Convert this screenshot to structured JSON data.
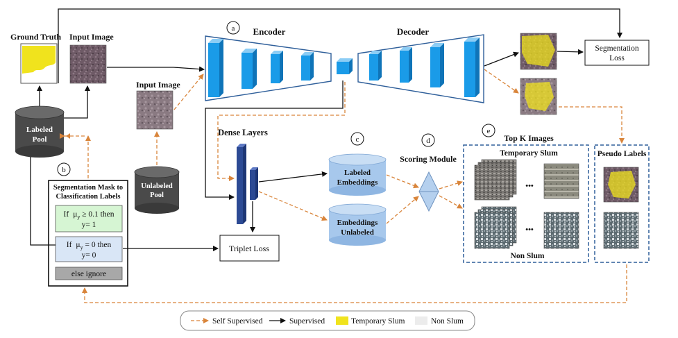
{
  "labels": {
    "ground_truth": "Ground Truth",
    "input_image_1": "Input Image",
    "input_image_2": "Input Image",
    "encoder": "Encoder",
    "decoder": "Decoder",
    "segmentation_loss_1": "Segmentation",
    "segmentation_loss_2": "Loss",
    "labeled_pool_1": "Labeled",
    "labeled_pool_2": "Pool",
    "unlabeled_pool_1": "Unlabeled",
    "unlabeled_pool_2": "Pool",
    "dense_layers": "Dense Layers",
    "labeled_embeddings_1": "Labeled",
    "labeled_embeddings_2": "Embeddings",
    "unlabeled_embeddings_1": "Embeddings",
    "unlabeled_embeddings_2": "Unlabeled",
    "scoring_module": "Scoring Module",
    "top_k_images": "Top K Images",
    "temporary_slum": "Temporary Slum",
    "non_slum": "Non Slum",
    "pseudo_labels": "Pseudo Labels",
    "triplet_loss": "Triplet Loss",
    "mask_title_1": "Segmentation Mask to",
    "mask_title_2": "Classification Labels",
    "rule1_line1_prefix": "If",
    "rule1_mu": "μ",
    "rule1_sub": "y",
    "rule1_line1_suffix": " ≥ 0.1 then",
    "rule1_line2": "y= 1",
    "rule2_line1_prefix": "If",
    "rule2_mu": "μ",
    "rule2_sub": "y",
    "rule2_line1_suffix": " = 0 then",
    "rule2_line2": "y= 0",
    "rule3": "else ignore",
    "dots": "•••",
    "marker_a": "a",
    "marker_b": "b",
    "marker_c": "c",
    "marker_d": "d",
    "marker_e": "e"
  },
  "legend": {
    "self_supervised": "Self Supervised",
    "supervised": "Supervised",
    "temporary_slum": "Temporary Slum",
    "non_slum": "Non Slum"
  },
  "colors": {
    "encoder_block": "#1a9be8",
    "dense_block": "#2c4a94",
    "pool_cylinder": "#4a4a4a",
    "embedding_cylinder": "#a7c8ec",
    "self_supervised_arrow": "#d9853b",
    "supervised_arrow": "#111111",
    "temporary_slum": "#f0e31d",
    "non_slum": "#ececec",
    "rule1_fill": "#d6f5d3",
    "rule2_fill": "#d9e6f6",
    "rule3_fill": "#a8a8a8",
    "dashed_box": "#2f5f9a"
  }
}
